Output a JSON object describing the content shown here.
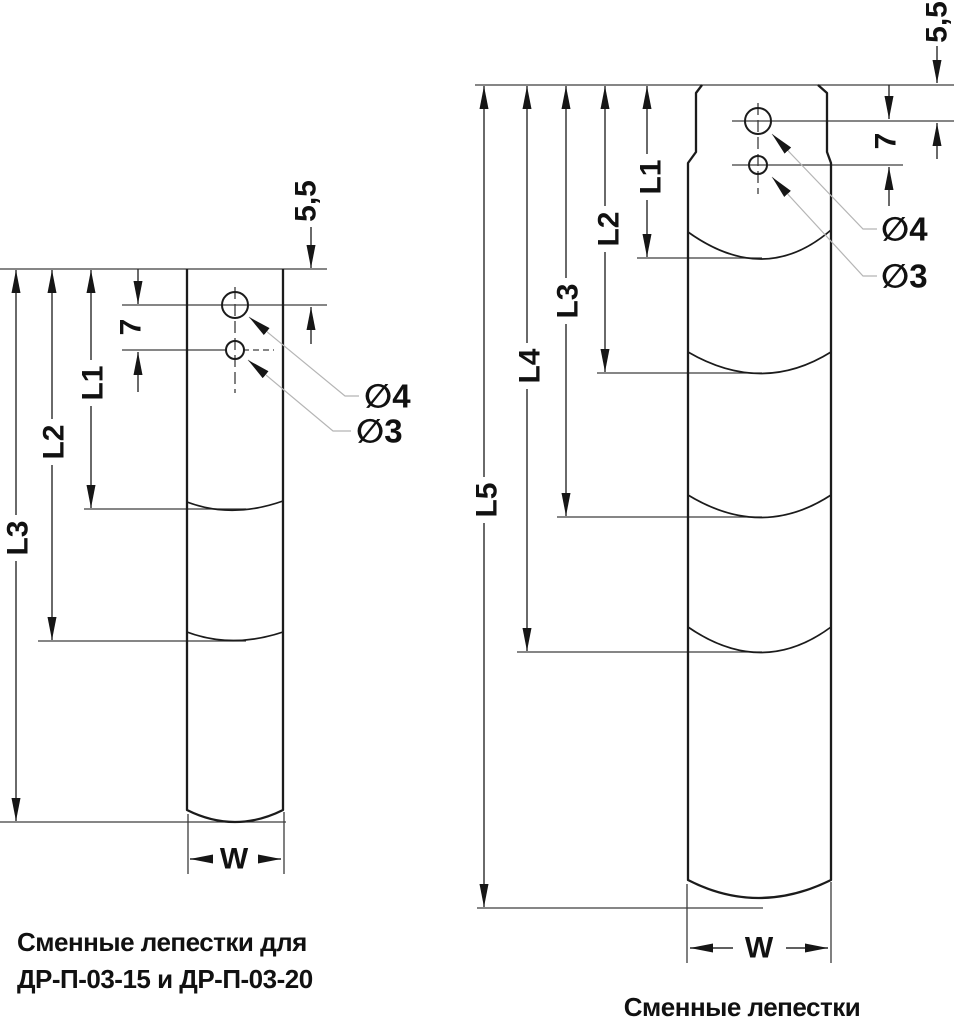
{
  "colors": {
    "background": "#ffffff",
    "line": "#1b1b1b",
    "thin_line": "#3d3d3d",
    "dim_line": "#2b2b2b",
    "leader_line": "#b5b5b5",
    "text": "#111111"
  },
  "left": {
    "caption_line1": "Сменные лепестки для",
    "caption_line2": "ДР-П-03-15 и ДР-П-03-20",
    "labels": {
      "l1": "L1",
      "l2": "L2",
      "l3": "L3",
      "top_offset": "5,5",
      "hole_pitch": "7",
      "width": "W",
      "hole_large": "∅4",
      "hole_small": "∅3"
    }
  },
  "right": {
    "caption": "Сменные лепестки",
    "labels": {
      "l1": "L1",
      "l2": "L2",
      "l3": "L3",
      "l4": "L4",
      "l5": "L5",
      "top_offset": "5,5",
      "hole_pitch": "7",
      "width": "W",
      "hole_large": "∅4",
      "hole_small": "∅3"
    }
  }
}
